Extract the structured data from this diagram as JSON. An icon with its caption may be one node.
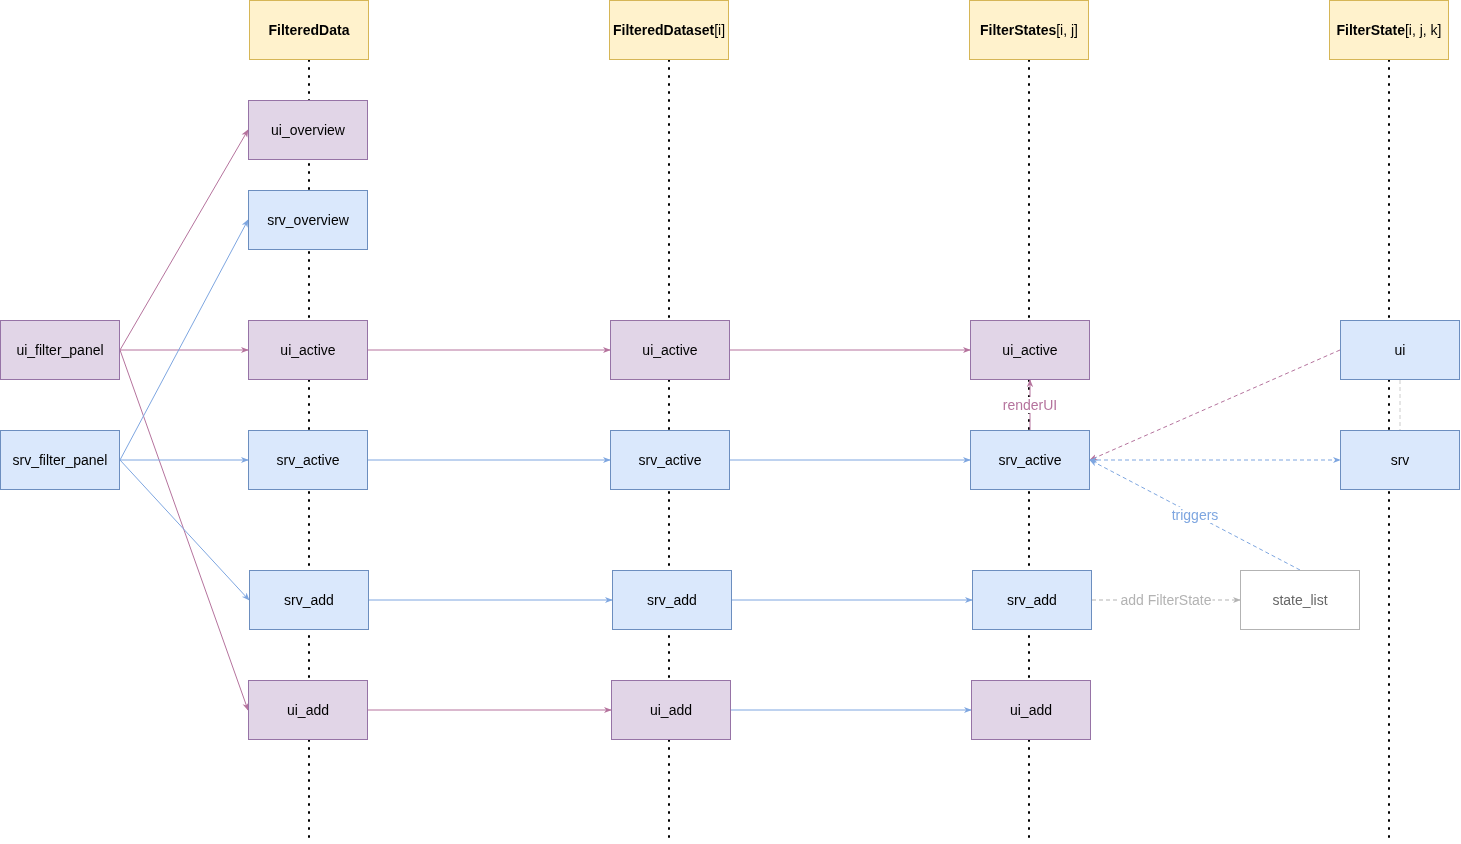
{
  "diagram": {
    "nodes": [
      {
        "text": [
          "FilteredData"
        ]
      },
      {
        "text": [
          "**FilteredDataset**[i]"
        ]
      },
      {
        "text": [
          "**FilterStates**[i, j]"
        ]
      },
      {
        "text": [
          "**FilterState**[i, j, k]"
        ]
      },
      {
        "text": [
          "ui_overview"
        ]
      },
      {
        "text": [
          "srv_overview"
        ]
      },
      {
        "text": [
          "ui_filter_panel"
        ]
      },
      {
        "text": [
          "ui_active"
        ]
      },
      {
        "text": [
          "ui_active"
        ]
      },
      {
        "text": [
          "ui_active"
        ]
      },
      {
        "text": [
          "ui"
        ]
      },
      {
        "text": [
          "srv_filter_panel"
        ]
      },
      {
        "text": [
          "srv_active"
        ]
      },
      {
        "text": [
          "srv_active"
        ]
      },
      {
        "text": [
          "srv_active"
        ]
      },
      {
        "text": [
          "srv"
        ]
      },
      {
        "text": [
          "srv_add"
        ]
      },
      {
        "text": [
          "srv_add"
        ]
      },
      {
        "text": [
          "srv_add"
        ]
      },
      {
        "text": [
          "state_list"
        ]
      },
      {
        "text": [
          "ui_add"
        ]
      },
      {
        "text": [
          "ui_add"
        ]
      },
      {
        "text": [
          "ui_add"
        ]
      }
    ],
    "edges": [
      {
        "from": 6,
        "to": 4,
        "arrow": "to",
        "color": "#b5739d"
      },
      {
        "from": 6,
        "to": 7,
        "arrow": "to",
        "color": "#b5739d"
      },
      {
        "from": 6,
        "to": 20,
        "arrow": "to",
        "color": "#b5739d"
      },
      {
        "from": 11,
        "to": 5,
        "arrow": "to"
      },
      {
        "from": 11,
        "to": 12,
        "arrow": "to"
      },
      {
        "from": 11,
        "to": 16,
        "arrow": "to"
      },
      {
        "from": 7,
        "to": 8,
        "arrow": "to",
        "color": "#b5739d"
      },
      {
        "from": 8,
        "to": 9,
        "arrow": "to",
        "color": "#b5739d"
      },
      {
        "from": 12,
        "to": 13,
        "arrow": "to"
      },
      {
        "from": 13,
        "to": 14,
        "arrow": "to"
      },
      {
        "from": 16,
        "to": 17,
        "arrow": "to"
      },
      {
        "from": 17,
        "to": 18,
        "arrow": "to"
      },
      {
        "from": 20,
        "to": 21,
        "arrow": "to",
        "color": "#b5739d"
      },
      {
        "from": 21,
        "to": 22,
        "arrow": "to"
      },
      {
        "from": 14,
        "to": 9,
        "arrow": "to",
        "label": "renderUI",
        "color": "#b5739d"
      },
      {
        "from": 10,
        "to": 14,
        "arrow": "to",
        "style": "dashed",
        "color": "#b5739d"
      },
      {
        "from": 14,
        "to": 15,
        "arrow": "both",
        "style": "dashed"
      },
      {
        "from": 19,
        "to": 14,
        "arrow": "to",
        "label": "triggers",
        "style": "dashed"
      },
      {
        "from": 18,
        "to": 19,
        "arrow": "to",
        "label": "add FilterState",
        "style": "dashed",
        "color": "#b3b3b3"
      },
      {
        "from": 10,
        "to": 15,
        "arrow": "none",
        "style": "dashed",
        "color": "#cccccc"
      }
    ]
  }
}
